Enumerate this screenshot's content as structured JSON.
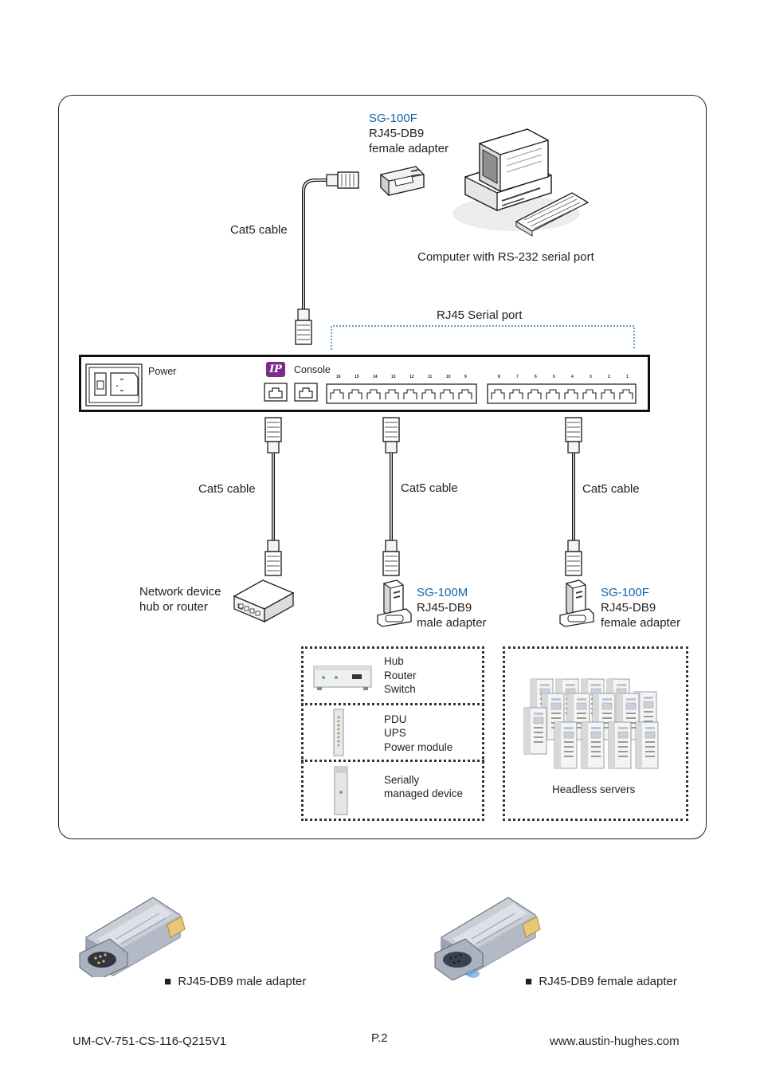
{
  "diagram": {
    "top_adapter": {
      "model": "SG-100F",
      "type": "RJ45-DB9",
      "gender": "female adapter"
    },
    "cable_top": "Cat5 cable",
    "computer_label": "Computer with RS-232 serial port",
    "serial_port_label": "RJ45 Serial port",
    "switch": {
      "power_label": "Power",
      "logo_text": "IP",
      "console_label": "Console",
      "port_numbers_left": [
        "16",
        "15",
        "14",
        "13",
        "12",
        "11",
        "10",
        "9"
      ],
      "port_numbers_right": [
        "8",
        "7",
        "6",
        "5",
        "4",
        "3",
        "2",
        "1"
      ]
    },
    "cables": [
      "Cat5 cable",
      "Cat5 cable",
      "Cat5 cable"
    ],
    "network_device": {
      "line1": "Network device",
      "line2": "hub or router"
    },
    "male_adapter": {
      "model": "SG-100M",
      "type": "RJ45-DB9",
      "gender": "male adapter"
    },
    "female_adapter": {
      "model": "SG-100F",
      "type": "RJ45-DB9",
      "gender": "female adapter"
    },
    "devices": {
      "group1": [
        "Hub",
        "Router",
        "Switch"
      ],
      "group2": [
        "PDU",
        "UPS",
        "Power module"
      ],
      "group3": [
        "Serially",
        "managed device"
      ],
      "servers": "Headless servers"
    }
  },
  "photos": {
    "male_caption": "RJ45-DB9 male adapter",
    "female_caption": "RJ45-DB9 female adapter"
  },
  "footer": {
    "doc_id": "UM-CV-751-CS-116-Q215V1",
    "page": "P.2",
    "website": "www.austin-hughes.com"
  }
}
